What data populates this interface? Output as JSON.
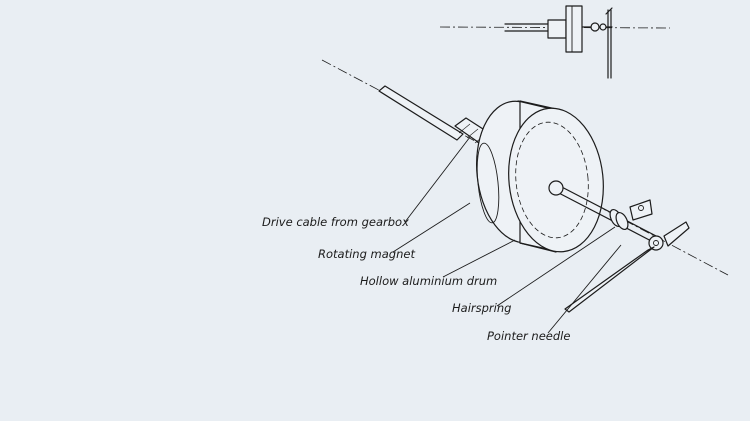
{
  "diagram": {
    "labels": {
      "drive_cable": "Drive cable from gearbox",
      "rotating_magnet": "Rotating magnet",
      "drum": "Hollow aluminium drum",
      "hairspring": "Hairspring",
      "pointer_needle": "Pointer needle"
    }
  }
}
